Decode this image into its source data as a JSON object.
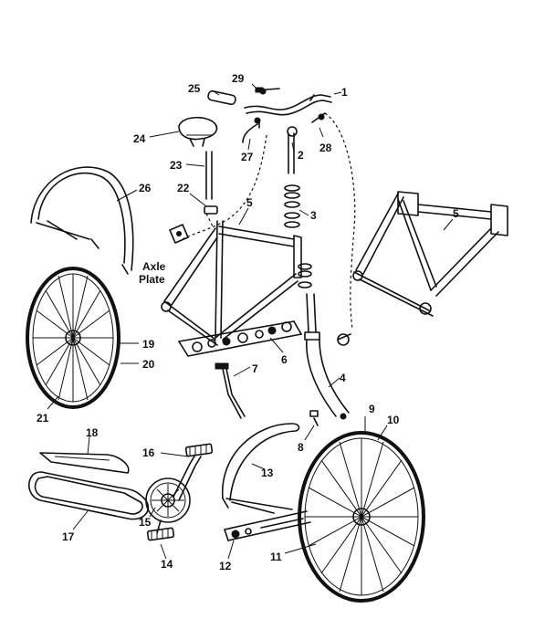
{
  "labels": {
    "l1": "1",
    "l2": "2",
    "l3": "3",
    "l4": "4",
    "l5a": "5",
    "l5b": "5",
    "l6": "6",
    "l7": "7",
    "l8": "8",
    "l9": "9",
    "l10": "10",
    "l11": "11",
    "l12": "12",
    "l13": "13",
    "l14": "14",
    "l15": "15",
    "l16": "16",
    "l17": "17",
    "l18": "18",
    "l19": "19",
    "l20": "20",
    "l21": "21",
    "l22": "22",
    "l23": "23",
    "l24": "24",
    "l25": "25",
    "l26": "26",
    "l27": "27",
    "l28": "28",
    "l29": "29",
    "axle_line1": "Axle",
    "axle_line2": "Plate"
  }
}
